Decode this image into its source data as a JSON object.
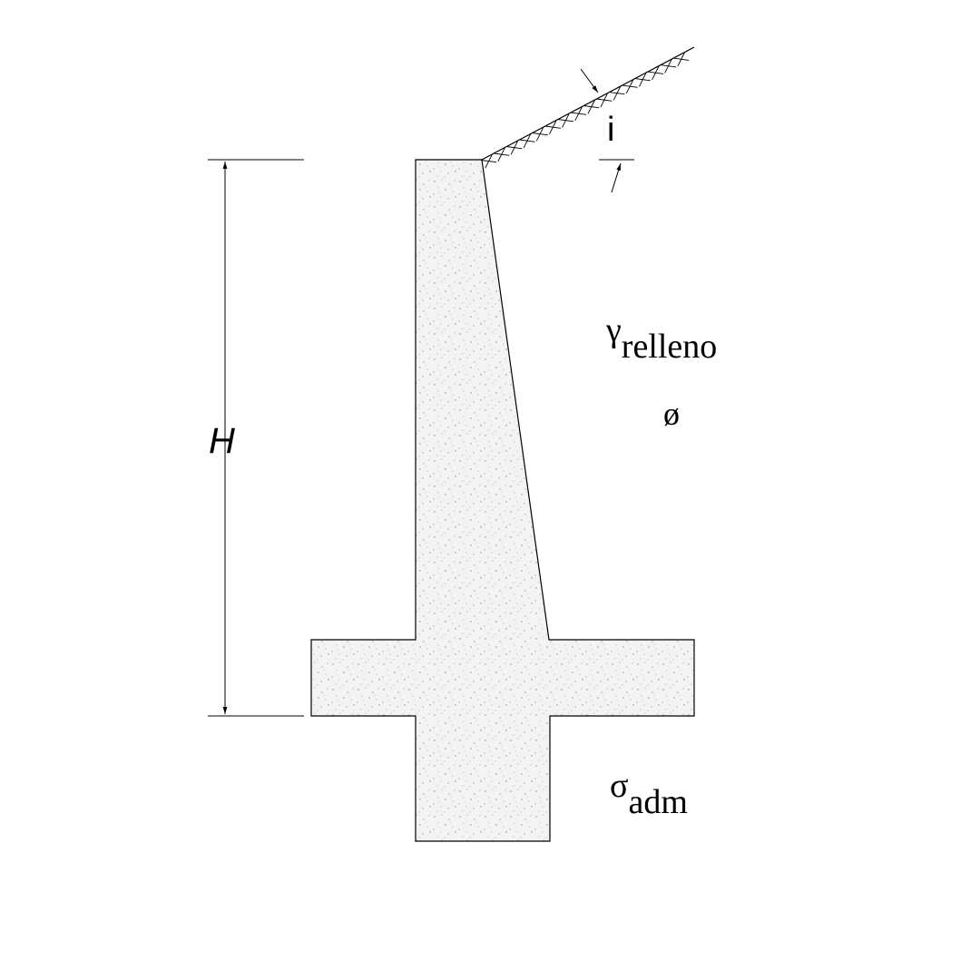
{
  "labels": {
    "height": "H",
    "slope_angle": "i",
    "fill_unit_weight_symbol": "γ",
    "fill_unit_weight_subscript": "relleno",
    "friction_angle": "ø",
    "allowable_stress_symbol": "σ",
    "allowable_stress_subscript": "adm"
  },
  "colors": {
    "concrete_fill": "#f3f3f3",
    "concrete_speckle": "#8a8a8a",
    "line": "#000000",
    "background": "#ffffff"
  },
  "icons": {
    "ground_hatch": "backfill-hatch",
    "concrete_texture": "stipple"
  }
}
